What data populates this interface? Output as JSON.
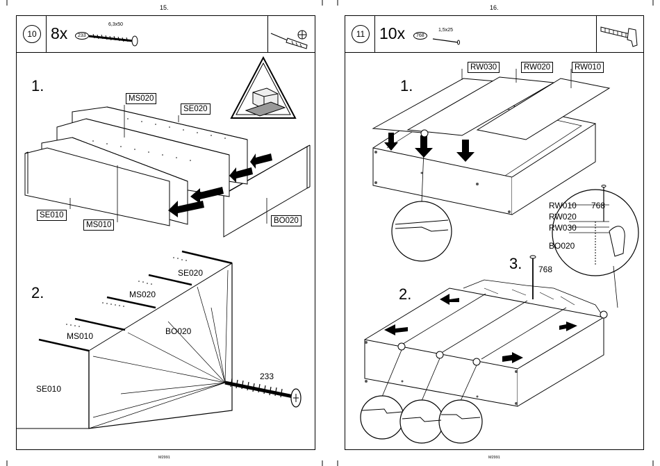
{
  "left_page": {
    "page_number": "15.",
    "step_number": "10",
    "quantity": "8x",
    "part_id": "233",
    "screw_size": "6,3x50",
    "tools": [
      "screwdriver-icon",
      "phillips-head-icon"
    ],
    "sub1": "1.",
    "sub2": "2.",
    "labels": {
      "ms020": "MS020",
      "se020": "SE020",
      "se010": "SE010",
      "ms010": "MS010",
      "bo020": "BO020"
    },
    "detail_labels": {
      "se020": "SE020",
      "ms020": "MS020",
      "ms010": "MS010",
      "bo020": "BO020",
      "se010": "SE010",
      "screw": "233"
    },
    "footer_code": "M2991"
  },
  "right_page": {
    "page_number": "16.",
    "step_number": "11",
    "quantity": "10x",
    "part_id": "768",
    "nail_size": "1,5x25",
    "tools": [
      "hammer-icon"
    ],
    "sub1": "1.",
    "sub2": "2.",
    "sub3": "3.",
    "labels": {
      "rw030": "RW030",
      "rw020": "RW020",
      "rw010": "RW010"
    },
    "detail_stack": [
      "RW010",
      "RW020",
      "RW030"
    ],
    "detail_bo": "BO020",
    "detail_nail": "768",
    "nail_label": "768",
    "footer_code": "M2991"
  }
}
